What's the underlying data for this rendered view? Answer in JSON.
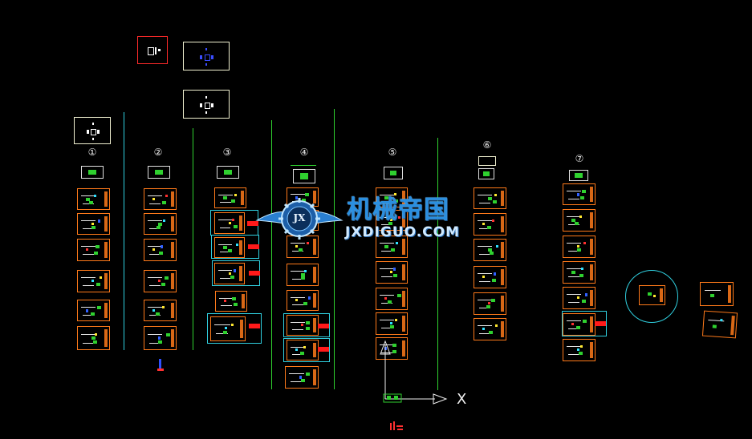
{
  "columns": [
    {
      "id": "1",
      "label": "①"
    },
    {
      "id": "2",
      "label": "②"
    },
    {
      "id": "3",
      "label": "③"
    },
    {
      "id": "4",
      "label": "④"
    },
    {
      "id": "5",
      "label": "⑤"
    },
    {
      "id": "6",
      "label": "⑥"
    },
    {
      "id": "7",
      "label": "⑦"
    }
  ],
  "watermark": {
    "brand_cn": "机械帝国",
    "brand_en": "JXDIGUO.COM",
    "badge": "JX"
  },
  "ucs": {
    "x_axis_label": "X"
  },
  "colors": {
    "background": "#000000",
    "sheet_border": "#ff7a1a",
    "divider": "#2fd12f",
    "cyan_divider": "#30d0e0",
    "highlight_box": "#30d0e0",
    "red_marker": "#ff1a1a",
    "watermark_blue": "#2a8fe0"
  }
}
